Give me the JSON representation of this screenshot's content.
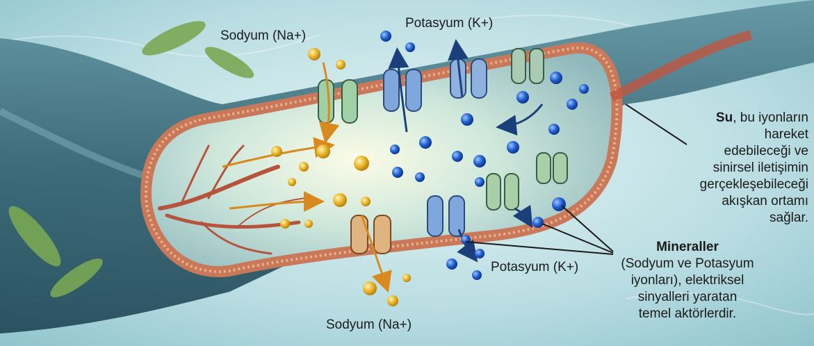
{
  "labels": {
    "sodium_top": "Sodyum (Na+)",
    "potassium_top": "Potasyum (K+)",
    "potassium_bottom": "Potasyum (K+)",
    "sodium_bottom": "Sodyum (Na+)"
  },
  "water_note": {
    "bold": "Su",
    "line1_rest": ", bu iyonların",
    "line2": "hareket",
    "line3": "edebileceği ve",
    "line4": "sinirsel iletişimin",
    "line5": "gerçekleşebileceği",
    "line6": "akışkan ortamı",
    "line7": "sağlar."
  },
  "minerals_note": {
    "bold": "Mineraller",
    "line2": "(Sodyum ve Potasyum",
    "line3": "iyonları), elektriksel",
    "line4": "sinyalleri yaratan",
    "line5": "temel aktörlerdir."
  },
  "colors": {
    "sodium_ion": "#e8b425",
    "potassium_ion": "#1f5ed0",
    "membrane": "#c9785a",
    "neuron_body": "#2f5f6e",
    "water_background": "#bfe0e4"
  }
}
